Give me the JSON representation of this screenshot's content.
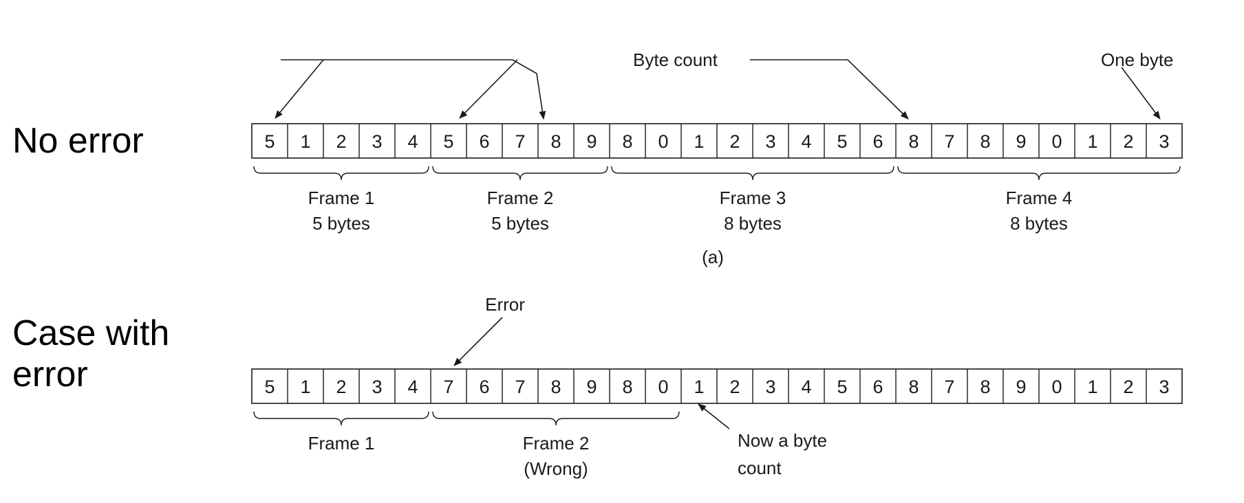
{
  "labels": {
    "no_error": "No error",
    "case_with_error": [
      "Case with",
      "error"
    ]
  },
  "row_a": {
    "bytes": [
      "5",
      "1",
      "2",
      "3",
      "4",
      "5",
      "6",
      "7",
      "8",
      "9",
      "8",
      "0",
      "1",
      "2",
      "3",
      "4",
      "5",
      "6",
      "8",
      "7",
      "8",
      "9",
      "0",
      "1",
      "2",
      "3"
    ],
    "frames": [
      {
        "name": "Frame 1",
        "size": "5 bytes"
      },
      {
        "name": "Frame 2",
        "size": "5 bytes"
      },
      {
        "name": "Frame 3",
        "size": "8 bytes"
      },
      {
        "name": "Frame 4",
        "size": "8 bytes"
      }
    ],
    "annotations": {
      "byte_count": "Byte count",
      "one_byte": "One byte",
      "caption": "(a)"
    }
  },
  "row_b": {
    "bytes": [
      "5",
      "1",
      "2",
      "3",
      "4",
      "7",
      "6",
      "7",
      "8",
      "9",
      "8",
      "0",
      "1",
      "2",
      "3",
      "4",
      "5",
      "6",
      "8",
      "7",
      "8",
      "9",
      "0",
      "1",
      "2",
      "3"
    ],
    "frames": [
      {
        "name": "Frame 1",
        "size": ""
      },
      {
        "name": "Frame 2",
        "size": "(Wrong)"
      }
    ],
    "annotations": {
      "error": "Error",
      "now_a_byte_count": [
        "Now a byte",
        "count"
      ]
    }
  },
  "colors": {
    "line": "#1a1a1a",
    "background": "#ffffff"
  }
}
